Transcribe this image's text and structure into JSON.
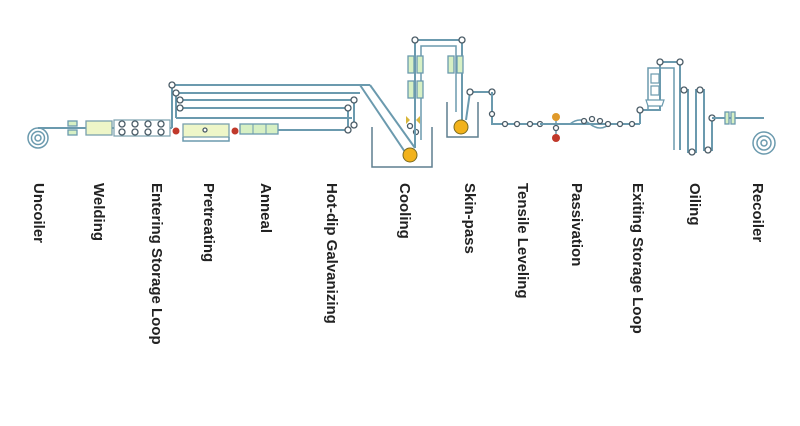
{
  "stages": [
    {
      "id": "uncoiler",
      "label": "Uncoiler"
    },
    {
      "id": "welding",
      "label": "Welding"
    },
    {
      "id": "entering-storage-loop",
      "label": "Entering Storage Loop"
    },
    {
      "id": "pretreating",
      "label": "Pretreating"
    },
    {
      "id": "anneal",
      "label": "Anneal"
    },
    {
      "id": "hot-dip-galvanizing",
      "label": "Hot-dip Galvanizing"
    },
    {
      "id": "cooling",
      "label": "Cooling"
    },
    {
      "id": "skin-pass",
      "label": "Skin-pass"
    },
    {
      "id": "tensile-leveling",
      "label": "Tensile Leveling"
    },
    {
      "id": "passivation",
      "label": "Passivation"
    },
    {
      "id": "exiting-storage-loop",
      "label": "Exiting Storage Loop"
    },
    {
      "id": "oiling",
      "label": "Oiling"
    },
    {
      "id": "recoiler",
      "label": "Recoiler"
    }
  ],
  "colors": {
    "strip_line": "#6b9aae",
    "zinc_pot_roller": "#f2b21b",
    "passivation_roller": "#e09a2a",
    "red_roller": "#c0392b",
    "block_fill": "#eef6c8",
    "label_text": "#222222"
  }
}
